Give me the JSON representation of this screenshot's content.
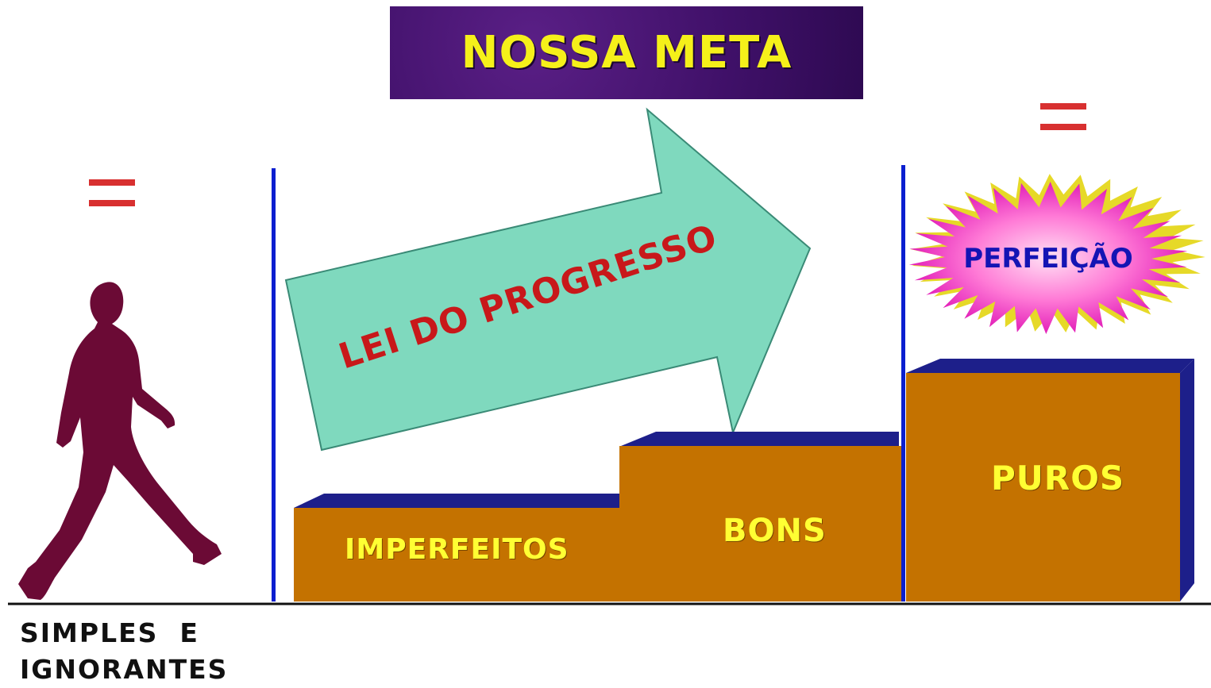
{
  "title": "NOSSA META",
  "arrow_label": "LEI DO PROGRESSO",
  "steps": [
    {
      "label": "IMPERFEITOS"
    },
    {
      "label": "BONS"
    },
    {
      "label": "PUROS"
    }
  ],
  "goal_label": "PERFEIÇÃO",
  "start_label": "SIMPLES  E\nIGNORANTES",
  "colors": {
    "title_bg": "#3f1068",
    "title_text": "#f5f01a",
    "arrow_fill": "#7fd9be",
    "arrow_text": "#c8181a",
    "step_front": "#c47200",
    "step_top": "#1d1f8a",
    "step_text": "#ffff33",
    "divider": "#0b1fd0",
    "equals": "#d83030",
    "figure": "#6b0a35",
    "goal_text": "#1414b4"
  },
  "icons": [
    "walking-person-icon",
    "equals-icon",
    "starburst-icon"
  ]
}
